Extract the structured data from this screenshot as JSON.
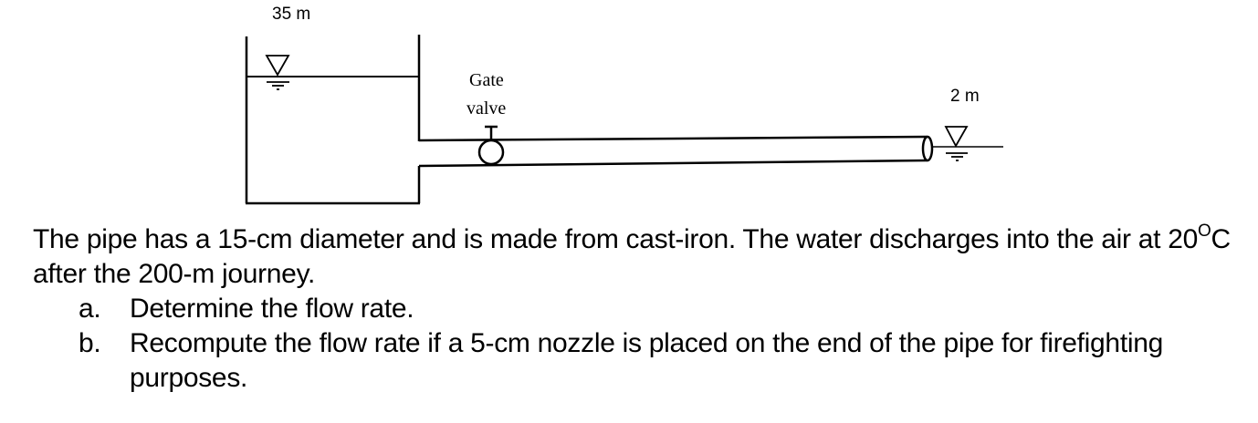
{
  "diagram": {
    "reservoir_elevation_label": "35 m",
    "outlet_elevation_label": "2 m",
    "valve_label_line1": "Gate",
    "valve_label_line2": "valve",
    "water_surface_symbol": "inverted-triangle"
  },
  "problem": {
    "intro_part1": "The pipe has a 15-cm diameter and is made from cast-iron. The water discharges into the air at 20",
    "intro_superscript": "O",
    "intro_part2": "C after the 200-m journey.",
    "items": [
      {
        "marker": "a.",
        "text": "Determine the flow rate."
      },
      {
        "marker": "b.",
        "text": "Recompute the flow rate if a 5-cm nozzle is placed on the end of the pipe for firefighting purposes."
      }
    ]
  }
}
